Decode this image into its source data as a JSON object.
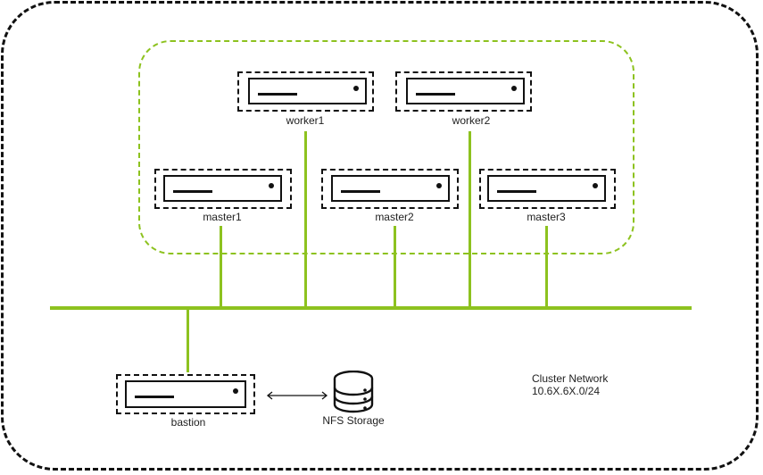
{
  "diagram": {
    "nodes": {
      "worker1": "worker1",
      "worker2": "worker2",
      "master1": "master1",
      "master2": "master2",
      "master3": "master3",
      "bastion": "bastion"
    },
    "storage": {
      "label": "NFS Storage",
      "icon": "database-icon"
    },
    "network": {
      "name": "Cluster Network",
      "cidr": "10.6X.6X.0/24"
    },
    "colors": {
      "network_line": "#8dc21f",
      "outline": "#111111"
    }
  }
}
